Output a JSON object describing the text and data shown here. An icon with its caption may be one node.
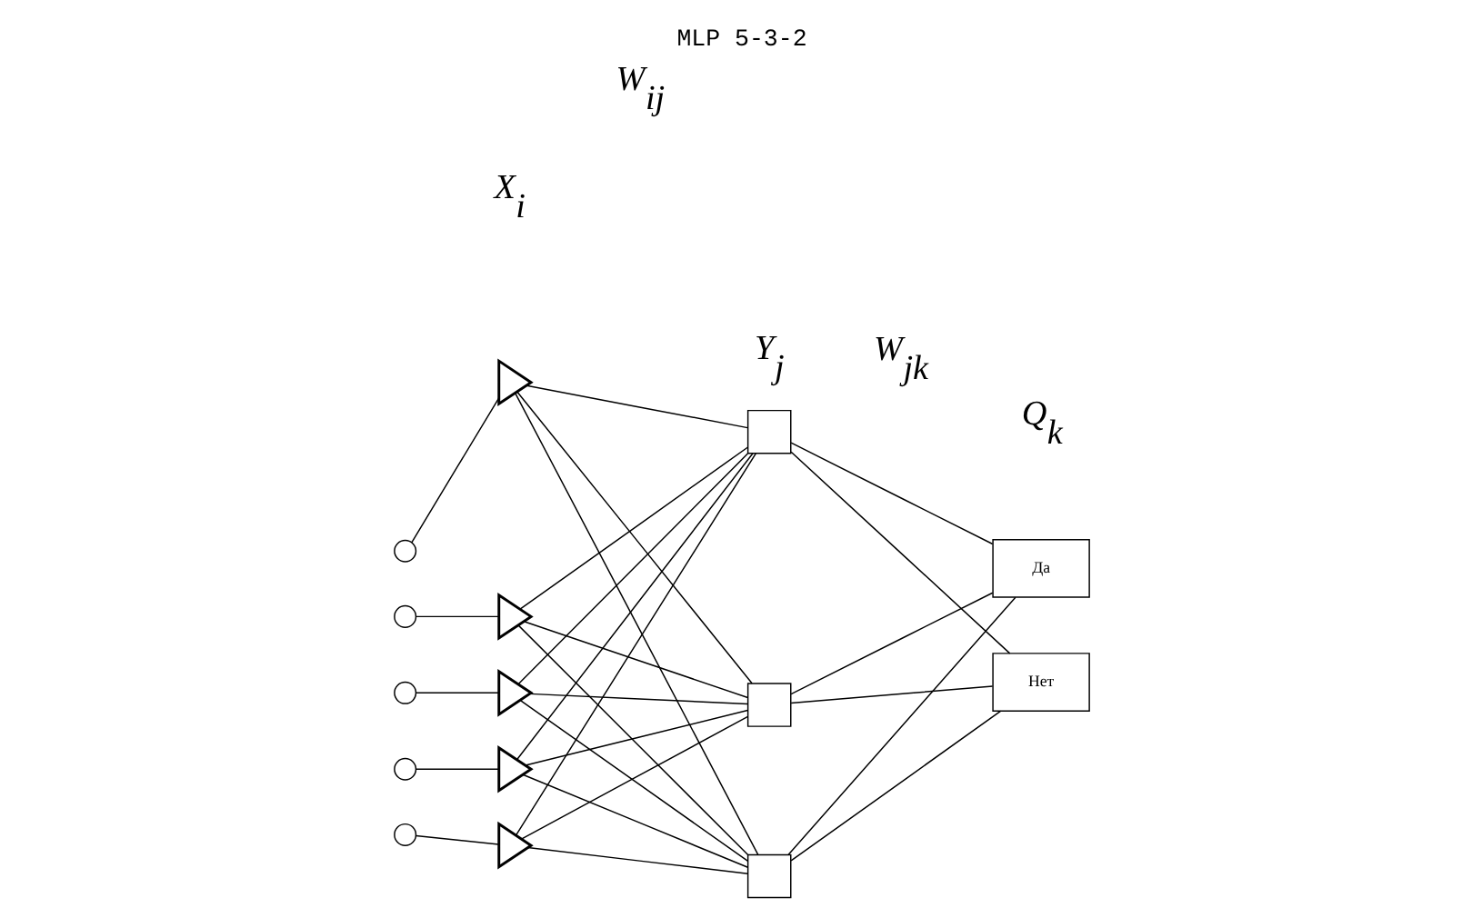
{
  "diagram": {
    "title": "MLP 5-3-2",
    "nodes": [
      {
        "text": [],
        "shape": "circle"
      },
      {
        "text": [],
        "shape": "circle"
      },
      {
        "text": [],
        "shape": "circle"
      },
      {
        "text": [],
        "shape": "circle"
      },
      {
        "text": [],
        "shape": "circle"
      },
      {
        "text": [],
        "shape": "triangle"
      },
      {
        "text": [],
        "shape": "triangle"
      },
      {
        "text": [],
        "shape": "triangle"
      },
      {
        "text": [],
        "shape": "triangle"
      },
      {
        "text": [],
        "shape": "triangle"
      },
      {
        "text": [],
        "shape": "box"
      },
      {
        "text": [],
        "shape": "box"
      },
      {
        "text": [],
        "shape": "box"
      },
      {
        "text": [
          "Да"
        ]
      },
      {
        "text": [
          "Нет"
        ]
      }
    ],
    "edges": [
      {
        "from": 0,
        "to": 5,
        "arrow": "none"
      },
      {
        "from": 1,
        "to": 6,
        "arrow": "none"
      },
      {
        "from": 2,
        "to": 7,
        "arrow": "none"
      },
      {
        "from": 3,
        "to": 8,
        "arrow": "none"
      },
      {
        "from": 4,
        "to": 9,
        "arrow": "none"
      },
      {
        "from": 5,
        "to": 10,
        "arrow": "none"
      },
      {
        "from": 5,
        "to": 11,
        "arrow": "none"
      },
      {
        "from": 5,
        "to": 12,
        "arrow": "none"
      },
      {
        "from": 6,
        "to": 10,
        "arrow": "none"
      },
      {
        "from": 6,
        "to": 11,
        "arrow": "none"
      },
      {
        "from": 6,
        "to": 12,
        "arrow": "none"
      },
      {
        "from": 7,
        "to": 10,
        "arrow": "none"
      },
      {
        "from": 7,
        "to": 11,
        "arrow": "none"
      },
      {
        "from": 7,
        "to": 12,
        "arrow": "none"
      },
      {
        "from": 8,
        "to": 10,
        "arrow": "none"
      },
      {
        "from": 8,
        "to": 11,
        "arrow": "none"
      },
      {
        "from": 8,
        "to": 12,
        "arrow": "none"
      },
      {
        "from": 9,
        "to": 10,
        "arrow": "none"
      },
      {
        "from": 9,
        "to": 11,
        "arrow": "none"
      },
      {
        "from": 9,
        "to": 12,
        "arrow": "none"
      },
      {
        "from": 10,
        "to": 13,
        "arrow": "none"
      },
      {
        "from": 10,
        "to": 14,
        "arrow": "none"
      },
      {
        "from": 11,
        "to": 13,
        "arrow": "none"
      },
      {
        "from": 11,
        "to": 14,
        "arrow": "none"
      },
      {
        "from": 12,
        "to": 13,
        "arrow": "none"
      },
      {
        "from": 12,
        "to": 14,
        "arrow": "none"
      }
    ],
    "labels": [
      "X$_{i}$",
      "W$_{ij}$",
      "Y$_{j}$",
      "W$_{jk}$",
      "Q$_{k}$"
    ]
  }
}
